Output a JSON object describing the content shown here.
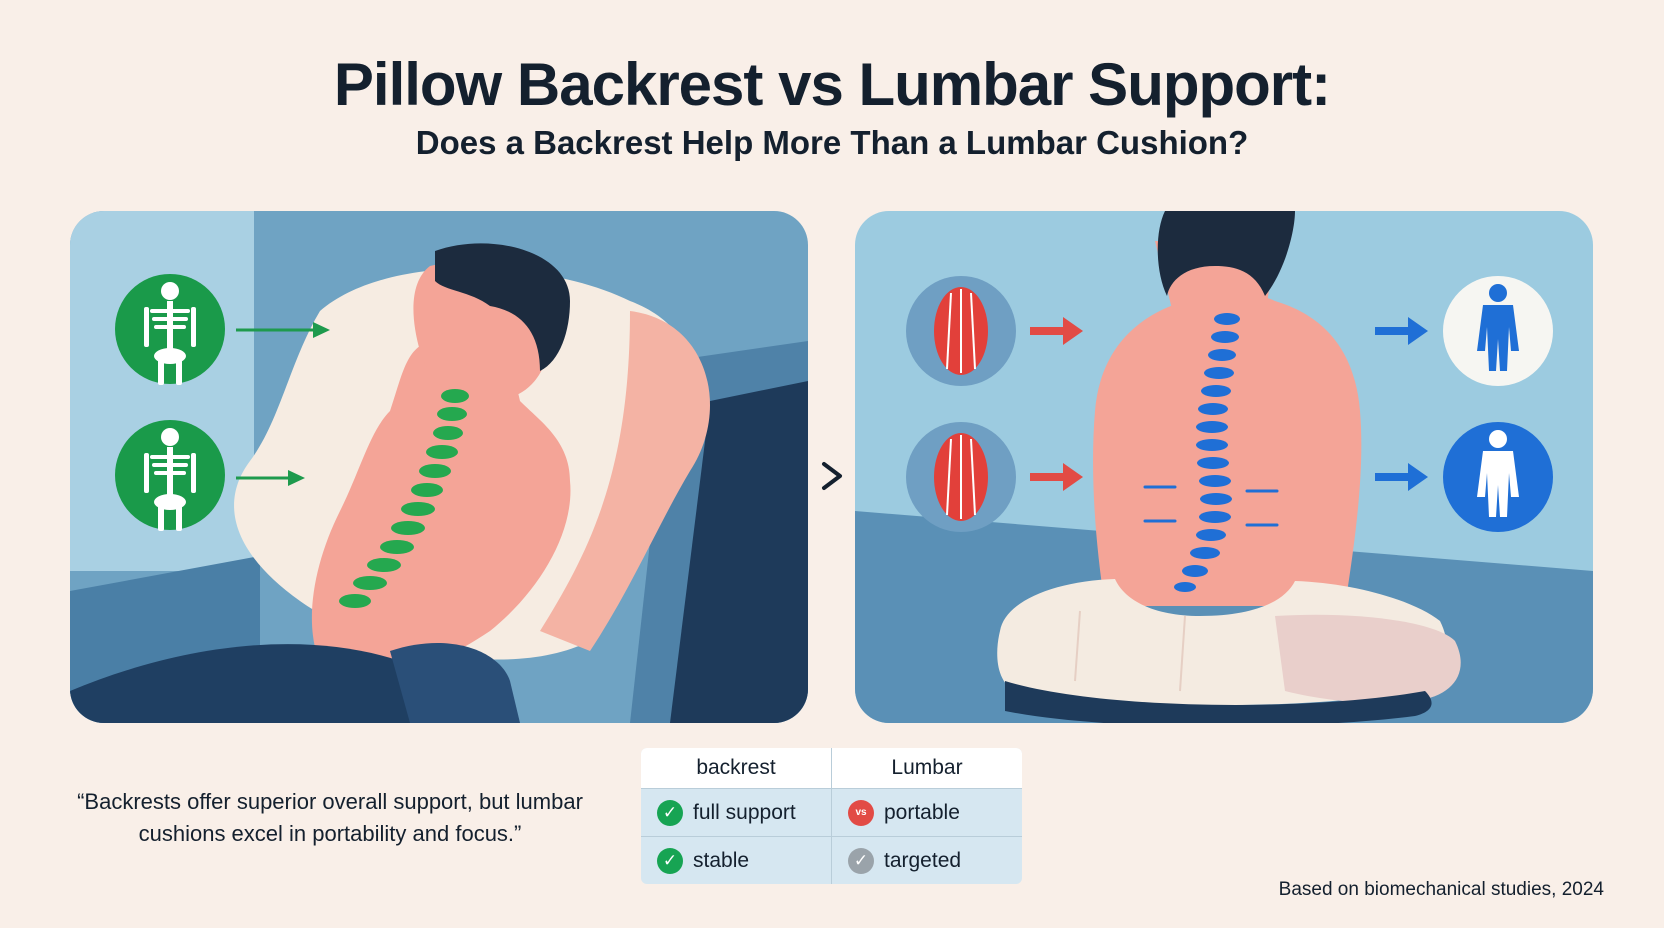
{
  "header": {
    "title": "Pillow Backrest vs Lumbar Support:",
    "subtitle": "Does a Backrest Help More Than a Lumbar Cushion?"
  },
  "comparison_symbol": ">",
  "left_panel": {
    "icons": [
      "skeleton-icon",
      "skeleton-icon"
    ],
    "accent_color": "#17a453"
  },
  "right_panel": {
    "icons": [
      "muscle-icon",
      "muscle-icon",
      "body-icon",
      "body-icon"
    ],
    "accent_color": "#1f6fd6",
    "arrow_color_left": "#e24b45"
  },
  "quote": "“Backrests offer superior overall support, but lumbar cushions excel in portability and focus.”",
  "table": {
    "headers": [
      "backrest",
      "Lumbar"
    ],
    "rows": [
      {
        "left": {
          "icon": "check-icon",
          "color": "#17a453",
          "text": "full support"
        },
        "right": {
          "icon": "vs-icon",
          "badge_text": "vs",
          "color": "#e24b45",
          "text": "portable"
        }
      },
      {
        "left": {
          "icon": "check-icon",
          "color": "#17a453",
          "text": "stable"
        },
        "right": {
          "icon": "check-icon",
          "color": "#9aa3aa",
          "text": "targeted"
        }
      }
    ]
  },
  "source_note": "Based on biomechanical studies, 2024"
}
